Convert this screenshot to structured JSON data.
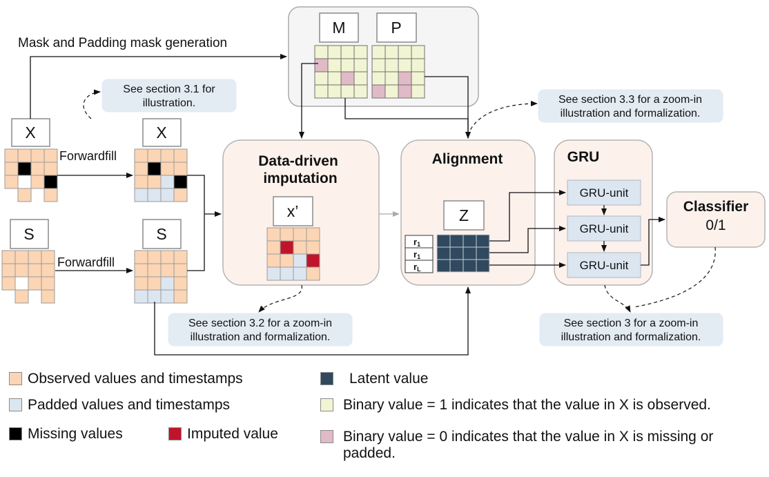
{
  "colors": {
    "observed": "#fcd5b4",
    "padded": "#dce6f1",
    "missing": "#000000",
    "imputed": "#c0142c",
    "latent": "#30495e",
    "mask_one": "#f2f5d3",
    "mask_zero": "#e1bac7",
    "note_bg": "#e3ebf3",
    "module_bg": "#fdf1ec",
    "mp_bg": "#f5f5f5"
  },
  "labels": {
    "mask_padding_gen": "Mask and Padding mask generation",
    "m_label": "M",
    "p_label": "P",
    "x_label_1": "X",
    "x_label_2": "X",
    "s_label_1": "S",
    "s_label_2": "S",
    "forwardfill_1": "Forwardfill",
    "forwardfill_2": "Forwardfill",
    "xprime_label": "x’",
    "z_label": "Z",
    "r_row_1": "r",
    "r_row_1_sub": "1",
    "r_row_2": "r",
    "r_row_2_sub": "1",
    "r_row_3": "r",
    "r_row_3_sub": "L"
  },
  "modules": {
    "imputation_line1": "Data-driven",
    "imputation_line2": "imputation",
    "alignment": "Alignment",
    "gru": "GRU",
    "gru_unit_1": "GRU-unit",
    "gru_unit_2": "GRU-unit",
    "gru_unit_3": "GRU-unit",
    "classifier": "Classifier",
    "classifier_output": "0/1"
  },
  "notes": {
    "s31_line1": "See section 3.1 for",
    "s31_line2": "illustration.",
    "s32_line1": "See section 3.2 for a zoom-in",
    "s32_line2": "illustration and formalization.",
    "s33_line1": "See section 3.3 for a zoom-in",
    "s33_line2": "illustration and formalization.",
    "s3_line1": "See section 3 for a zoom-in",
    "s3_line2": "illustration and formalization."
  },
  "legend": {
    "observed": "Observed values and timestamps",
    "padded": "Padded values and timestamps",
    "missing": "Missing values",
    "imputed": "Imputed value",
    "latent": "Latent value",
    "mask_one": "Binary value = 1 indicates that the value in X is observed.",
    "mask_zero_line1": "Binary value = 0 indicates that the value in X is missing or",
    "mask_zero_line2": "padded."
  }
}
